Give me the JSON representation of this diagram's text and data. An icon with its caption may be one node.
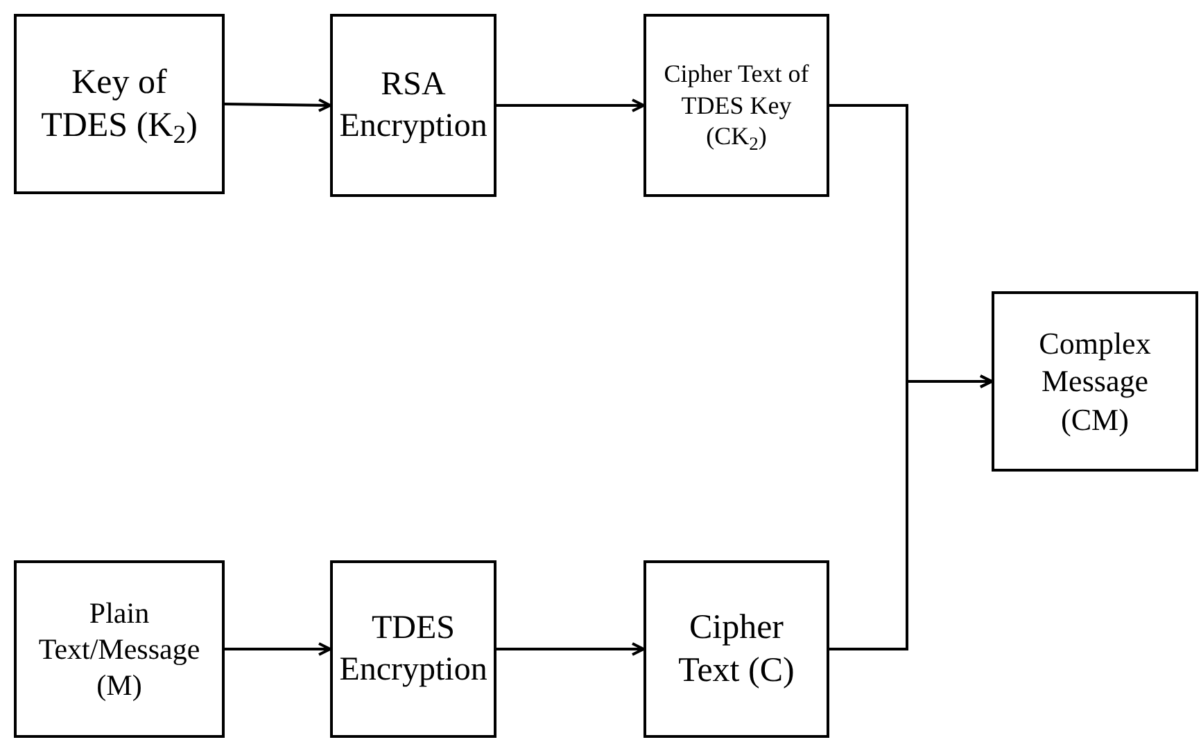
{
  "diagram": {
    "nodes": [
      {
        "text": [
          "Key of TDES (K$_{2}$)"
        ]
      },
      {
        "text": [
          "RSA Encryption"
        ]
      },
      {
        "text": [
          "Cipher Text of TDES Key (CK$_{2}$)"
        ]
      },
      {
        "text": [
          "Complex Message (CM)"
        ]
      },
      {
        "text": [
          "Plain Text/Message (M)"
        ]
      },
      {
        "text": [
          "TDES Encryption"
        ]
      },
      {
        "text": [
          "Cipher Text (C)"
        ]
      }
    ],
    "edges": [
      {
        "from": 0,
        "to": 1,
        "arrow": "to"
      },
      {
        "from": 1,
        "to": 2,
        "arrow": "to"
      },
      {
        "from": 2,
        "to": 3,
        "arrow": "to"
      },
      {
        "from": 4,
        "to": 5,
        "arrow": "to"
      },
      {
        "from": 5,
        "to": 6,
        "arrow": "to"
      },
      {
        "from": 6,
        "to": 3,
        "arrow": "to"
      }
    ]
  }
}
